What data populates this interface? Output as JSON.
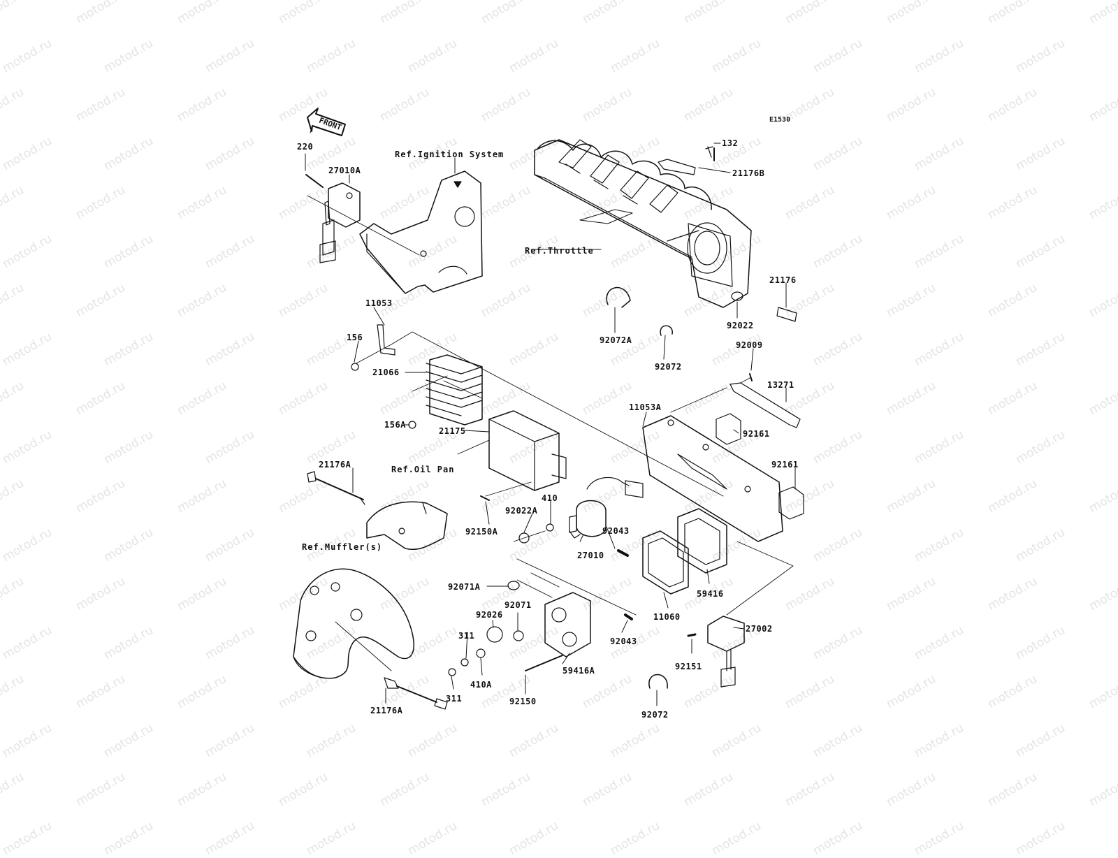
{
  "diagram": {
    "code": "E1530",
    "front_label": "FRONT",
    "watermark": "motod.ru",
    "refs": {
      "ignition": "Ref.Ignition System",
      "throttle": "Ref.Throttle",
      "oil_pan": "Ref.Oil Pan",
      "muffler": "Ref.Muffler(s)"
    },
    "parts": {
      "p220": "220",
      "p27010A": "27010A",
      "p132": "132",
      "p21176B": "21176B",
      "p11053": "11053",
      "p156": "156",
      "p21066": "21066",
      "p156A": "156A",
      "p21175": "21175",
      "p21176": "21176",
      "p92022": "92022",
      "p92072A": "92072A",
      "p92072_top": "92072",
      "p92009": "92009",
      "p13271": "13271",
      "p11053A": "11053A",
      "p92161_a": "92161",
      "p92161_b": "92161",
      "p21176A_top": "21176A",
      "p410": "410",
      "p92022A": "92022A",
      "p92150A": "92150A",
      "p92043_a": "92043",
      "p27010": "27010",
      "p59416": "59416",
      "p11060": "11060",
      "p92071A": "92071A",
      "p92071": "92071",
      "p92026": "92026",
      "p311_a": "311",
      "p311_b": "311",
      "p410A": "410A",
      "p92150": "92150",
      "p59416A": "59416A",
      "p92043_b": "92043",
      "p27002": "27002",
      "p92151": "92151",
      "p92072_bottom": "92072",
      "p21176A_bottom": "21176A"
    }
  }
}
